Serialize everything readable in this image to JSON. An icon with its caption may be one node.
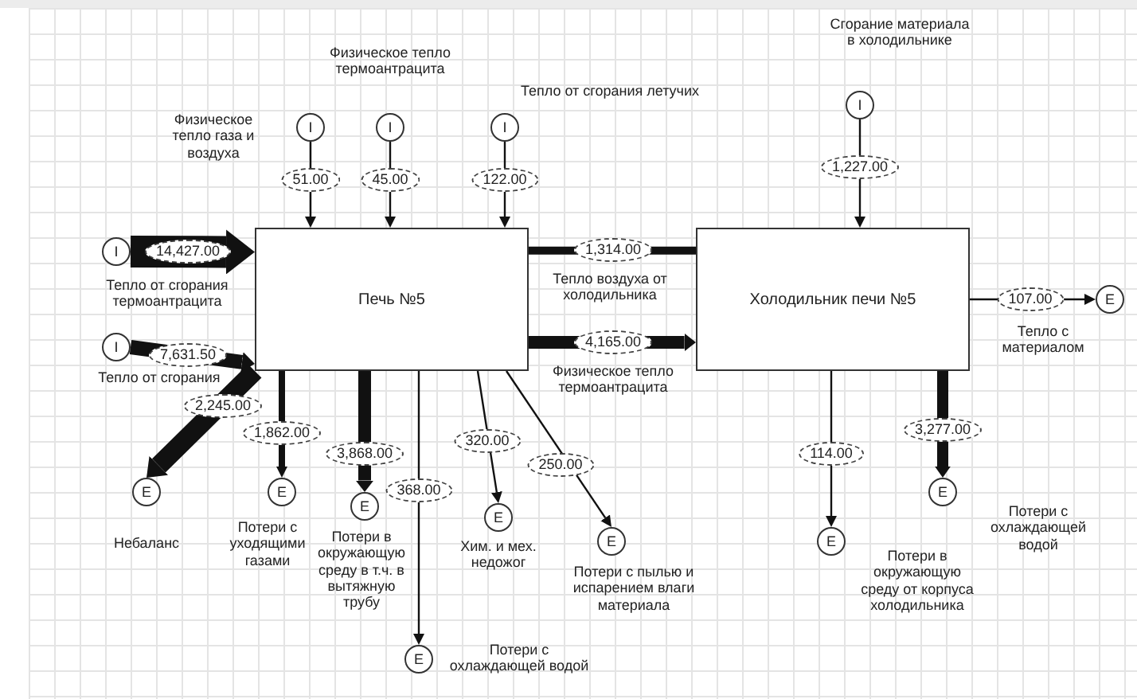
{
  "diagram": {
    "nodes": [
      {
        "text": [
          "Печь №5"
        ]
      },
      {
        "text": [
          "Холодильник печи №5"
        ]
      },
      {
        "text": [
          "I"
        ],
        "beside": [
          "Физическое тепло газа и воздуха"
        ]
      },
      {
        "text": [
          "I"
        ],
        "beside": [
          "Физическое тепло термоантрацита"
        ]
      },
      {
        "text": [
          "I"
        ],
        "beside": [
          "Тепло от сгорания летучих"
        ]
      },
      {
        "text": [
          "I"
        ],
        "beside": [
          "Тепло от сгорания термоантрацита"
        ]
      },
      {
        "text": [
          "I"
        ],
        "beside": [
          "Тепло от сгорания"
        ]
      },
      {
        "text": [
          "I"
        ],
        "beside": [
          "Сгорание материала в холодильнике"
        ]
      },
      {
        "text": [
          "E"
        ],
        "beside": [
          "Небаланс"
        ]
      },
      {
        "text": [
          "E"
        ],
        "beside": [
          "Потери с уходящими газами"
        ]
      },
      {
        "text": [
          "E"
        ],
        "beside": [
          "Потери в окружающую среду в т.ч. в вытяжную трубу"
        ]
      },
      {
        "text": [
          "E"
        ],
        "beside": [
          "Потери с охлаждающей водой"
        ]
      },
      {
        "text": [
          "E"
        ],
        "beside": [
          "Хим. и мех. недожог"
        ]
      },
      {
        "text": [
          "E"
        ],
        "beside": [
          "Потери с пылью и испарением влаги материала"
        ]
      },
      {
        "text": [
          "E"
        ],
        "beside": [
          "Тепло с материалом"
        ]
      },
      {
        "text": [
          "E"
        ],
        "beside": [
          "Потери в окружающую среду от корпуса холодильника"
        ]
      },
      {
        "text": [
          "E"
        ],
        "beside": [
          "Потери с охлаждающей водой"
        ]
      }
    ],
    "edges": [
      {
        "from": 2,
        "to": 0,
        "arrow": "to",
        "label": "51.00"
      },
      {
        "from": 3,
        "to": 0,
        "arrow": "to",
        "label": "45.00"
      },
      {
        "from": 4,
        "to": 0,
        "arrow": "to",
        "label": "122.00"
      },
      {
        "from": 5,
        "to": 0,
        "arrow": "to",
        "label": "14,427.00",
        "style": "thick"
      },
      {
        "from": 6,
        "to": 0,
        "arrow": "to",
        "label": "7,631.50",
        "style": "thick"
      },
      {
        "from": 0,
        "to": 8,
        "arrow": "to",
        "label": "2,245.00",
        "style": "thick"
      },
      {
        "from": 0,
        "to": 9,
        "arrow": "to",
        "label": "1,862.00",
        "style": "thick"
      },
      {
        "from": 0,
        "to": 10,
        "arrow": "to",
        "label": "3,868.00",
        "style": "thick"
      },
      {
        "from": 0,
        "to": 11,
        "arrow": "to",
        "label": "368.00"
      },
      {
        "from": 0,
        "to": 12,
        "arrow": "to",
        "label": "320.00"
      },
      {
        "from": 0,
        "to": 13,
        "arrow": "to",
        "label": "250.00"
      },
      {
        "from": 1,
        "to": 0,
        "arrow": "none",
        "label": "1,314.00",
        "style": "thick"
      },
      {
        "from": 0,
        "to": 1,
        "arrow": "to",
        "label": "4,165.00",
        "style": "thick"
      },
      {
        "from": 7,
        "to": 1,
        "arrow": "to",
        "label": "1,227.00"
      },
      {
        "from": 1,
        "to": 14,
        "arrow": "to",
        "label": "107.00"
      },
      {
        "from": 1,
        "to": 15,
        "arrow": "to",
        "label": "114.00"
      },
      {
        "from": 1,
        "to": 16,
        "arrow": "to",
        "label": "3,277.00",
        "style": "thick"
      }
    ],
    "labels": [
      "Тепло воздуха от холодильника",
      "Физическое тепло термоантрацита"
    ]
  }
}
